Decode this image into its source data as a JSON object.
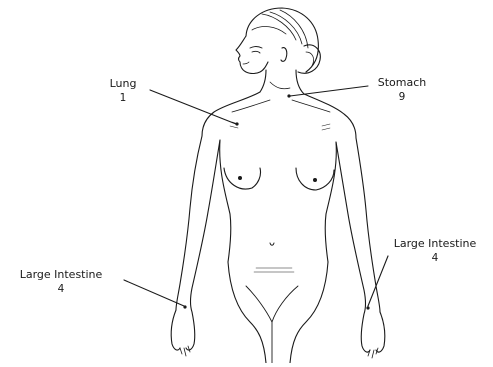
{
  "points": {
    "lung": {
      "name": "Lung",
      "number": "1"
    },
    "stomach": {
      "name": "Stomach",
      "number": "9"
    },
    "large_intestine_right": {
      "name": "Large Intestine",
      "number": "4"
    },
    "large_intestine_left": {
      "name": "Large Intestine",
      "number": "4"
    }
  },
  "colors": {
    "line": "#1a1a1a",
    "background": "#ffffff",
    "hair": "#3a3a3a"
  }
}
